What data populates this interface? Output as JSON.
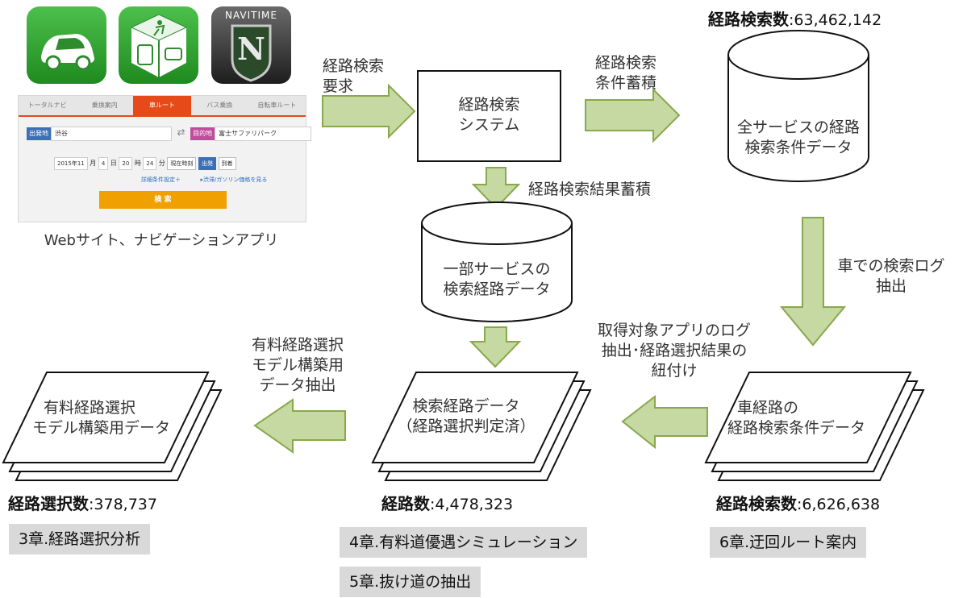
{
  "web": {
    "tabs": [
      "トータルナビ",
      "乗換案内",
      "車ルート",
      "バス乗換",
      "自転車ルート"
    ],
    "from_tag": "出発地",
    "from_value": "渋谷",
    "to_tag": "目的地",
    "to_value": "富士サファリパーク",
    "year_select": "2015年11",
    "month_unit": "月",
    "day_select": "4",
    "day_unit": "日",
    "hour_select": "20",
    "hour_unit": "時",
    "minute_select": "24",
    "minute_unit": "分",
    "now_button": "現在時刻",
    "depart_button": "出発",
    "arrive_button": "到着",
    "detail_link": "詳細条件設定＋",
    "fuel_link": "▸渋滞/ガソリン価格を見る",
    "search_button": "検 索",
    "caption": "Webサイト、ナビゲーションアプリ"
  },
  "apps": {
    "navitime_label": "NAVITIME",
    "navitime_letter": "N"
  },
  "arrows": {
    "request": [
      "経路検索",
      "要求"
    ],
    "store_conditions": [
      "経路検索",
      "条件蓄積"
    ],
    "store_results": "経路検索結果蓄積",
    "extract_car": [
      "車での検索ログ",
      "抽出"
    ],
    "link_logs": [
      "取得対象アプリのログ",
      "抽出･経路選択結果の",
      "紐付け"
    ],
    "extract_model": [
      "有料経路選択",
      "モデル構築用",
      "データ抽出"
    ]
  },
  "nodes": {
    "system": [
      "経路検索",
      "システム"
    ],
    "all_services_db": [
      "全サービスの経路",
      "検索条件データ"
    ],
    "partial_db": [
      "一部サービスの",
      "検索経路データ"
    ],
    "car_data": [
      "車経路の",
      "経路検索条件データ"
    ],
    "route_data": [
      "検索経路データ",
      "（経路選択判定済）"
    ],
    "model_data": [
      "有料経路選択",
      "モデル構築用データ"
    ]
  },
  "stats": {
    "total": {
      "label": "経路検索数",
      "value": ":63,462,142"
    },
    "car": {
      "label": "経路検索数",
      "value": ":6,626,638"
    },
    "routes": {
      "label": "経路数",
      "value": ":4,478,323"
    },
    "choices": {
      "label": "経路選択数",
      "value": ":378,737"
    }
  },
  "chapters": {
    "ch3": "3章.経路選択分析",
    "ch4": "4章.有料道優遇シミュレーション",
    "ch5": "5章.抜け道の抽出",
    "ch6": "6章.迂回ルート案内"
  },
  "colors": {
    "arrow_fill": "#c6d9a2",
    "arrow_stroke": "#88a84c",
    "chapter_bg": "#d9d9d9",
    "app_green": "#2e8b2e"
  }
}
